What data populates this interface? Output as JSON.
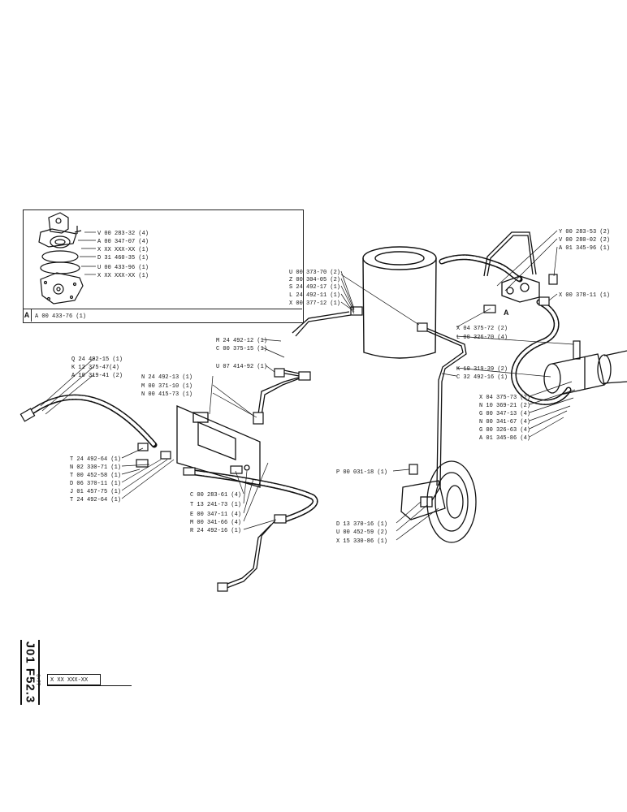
{
  "inset": {
    "key": "A",
    "caption": "A 00 433-76 (1)",
    "labels": [
      "V 00 283-32 (4)",
      "A 00 347-07 (4)",
      "X XX XXX-XX (1)",
      "D 31 460-35 (1)",
      "U 00 433-96 (1)",
      "X XX XXX-XX (1)"
    ]
  },
  "callouts_left": [
    "Q 24 492-15 (1)",
    "K 12 375-47(4)",
    "A 10 319-41 (2)"
  ],
  "callouts_left_lower": [
    "T 24 492-64 (1)",
    "N 02 330-71 (1)",
    "T 00 452-58 (1)",
    "D 06 370-11 (1)",
    "J 01 457-75 (1)",
    "T 24 492-64 (1)"
  ],
  "callouts_center_top": [
    "M 24 492-12 (1)",
    "C 00 375-15 (1)",
    "U 07 414-92 (1)"
  ],
  "callouts_center_mid": [
    "N 24 492-13 (1)",
    "M 00 371-10 (1)",
    "N 00 415-73 (1)"
  ],
  "callouts_center_bottom": [
    "C 00 283-61 (4)",
    "T 13 241-73 (1)",
    "E 00 347-11 (4)",
    "M 00 341-66 (4)",
    "R 24 492-16 (1)"
  ],
  "callouts_tank": [
    "U 00 373-70 (2)",
    "Z 00 304-05 (2)",
    "S 24 492-17 (1)",
    "L 24 492-11 (1)",
    "X 00 377-12 (1)"
  ],
  "callouts_right_top": [
    "Y 00 283-53 (2)",
    "V 00 280-02 (2)",
    "A 01 345-96 (1)",
    "X 00 378-11 (1)"
  ],
  "callouts_right_mid": [
    "X 04 375-72 (2)",
    "L 00 326-70 (4)",
    "K 10 319-39 (2)",
    "C 32 492-16 (1)"
  ],
  "callouts_right_lower": [
    "X 04 375-73 (2)",
    "N 10 369-21 (2)",
    "G 00 347-13 (4)",
    "N 00 341-67 (4)",
    "G 00 326-63 (4)",
    "A 01 345-86 (4)"
  ],
  "callout_p": "P 00 031-18 (1)",
  "callouts_pump": [
    "D 13 370-16 (1)",
    "U 00 452-59 (2)",
    "X 15 330-86 (1)"
  ],
  "detail_marker": "A",
  "title_block": {
    "code": "J01 F52.3",
    "date": "6-77",
    "reference": "X XX XXX-XX"
  }
}
